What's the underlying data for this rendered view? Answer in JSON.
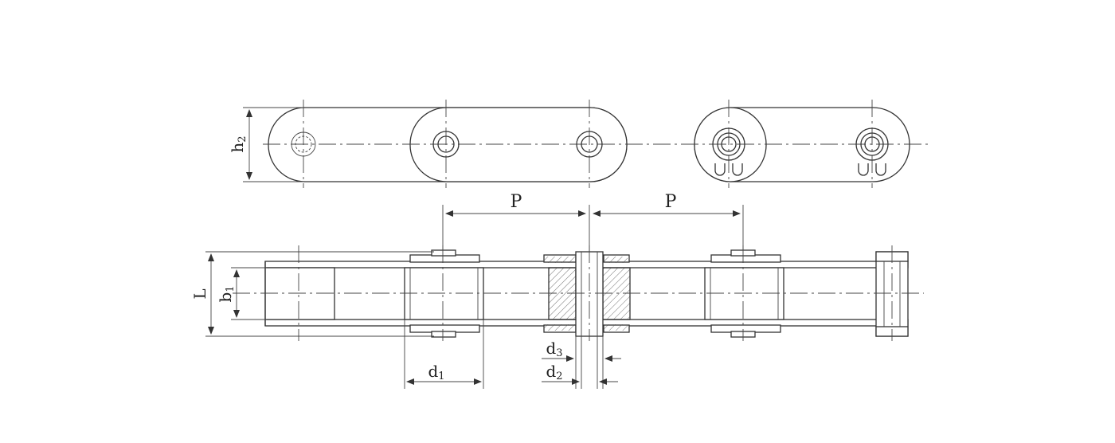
{
  "diagram": {
    "top_view": {
      "height_label": {
        "base": "h",
        "sub": "2"
      }
    },
    "bottom_view": {
      "pitch_labels": [
        "P",
        "P"
      ],
      "length_label": {
        "base": "L",
        "sub": ""
      },
      "inner_width_label": {
        "base": "b",
        "sub": "1"
      },
      "roller_dia_label": {
        "base": "d",
        "sub": "1"
      },
      "pin_dia_label": {
        "base": "d",
        "sub": "2"
      },
      "bush_dia_label": {
        "base": "d",
        "sub": "3"
      }
    },
    "colors": {
      "line": "#333333",
      "background": "#ffffff"
    }
  }
}
